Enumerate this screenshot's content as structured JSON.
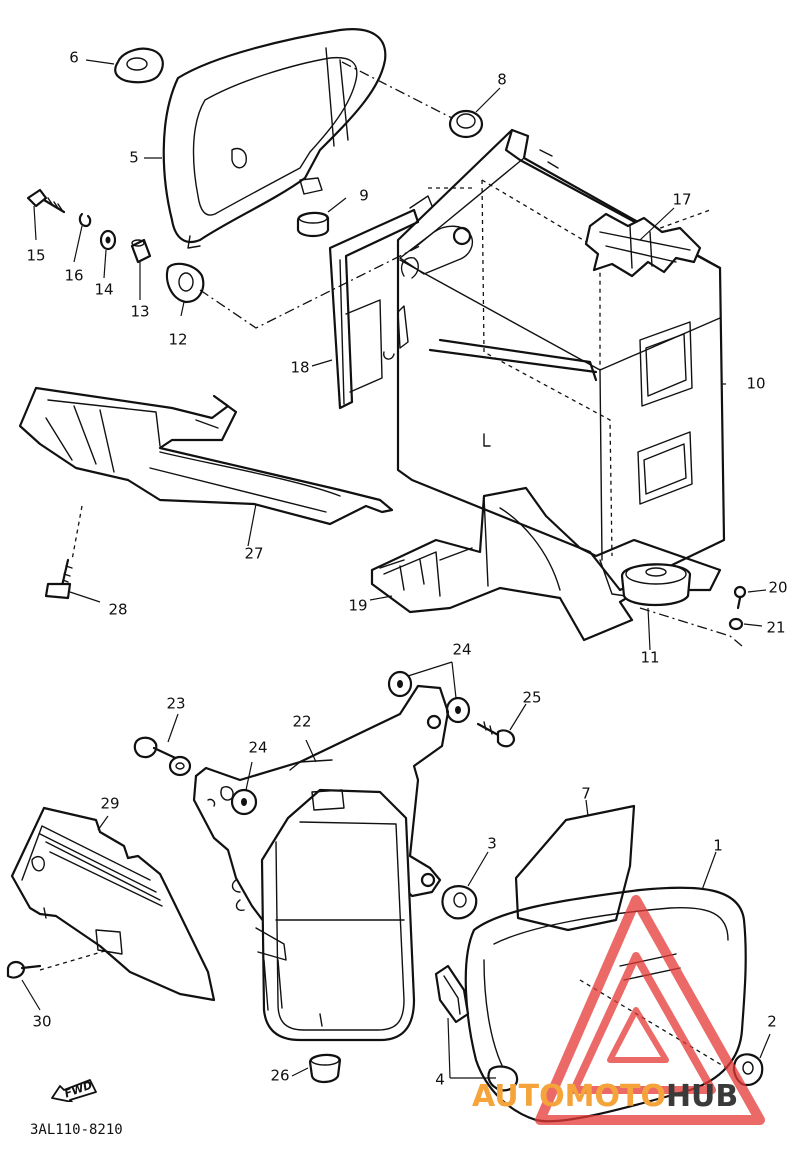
{
  "diagram_code": "3AL110-8210",
  "fwd_label": "FWD",
  "watermark": {
    "text_colored": "AUTOMOTO",
    "text_dark": "HUB",
    "color_accent": "#e53935",
    "color_text": "#f4a43a",
    "color_dark": "#3a3a3a"
  },
  "callouts": {
    "c1": "1",
    "c2": "2",
    "c3": "3",
    "c4": "4",
    "c5": "5",
    "c6": "6",
    "c7": "7",
    "c8": "8",
    "c9": "9",
    "c10": "10",
    "c11": "11",
    "c12": "12",
    "c13": "13",
    "c14": "14",
    "c15": "15",
    "c16": "16",
    "c17": "17",
    "c18": "18",
    "c19": "19",
    "c20": "20",
    "c21": "21",
    "c22": "22",
    "c23": "23",
    "c24a": "24",
    "c24b": "24",
    "c25": "25",
    "c26": "26",
    "c27": "27",
    "c28": "28",
    "c29": "29",
    "c30": "30"
  }
}
